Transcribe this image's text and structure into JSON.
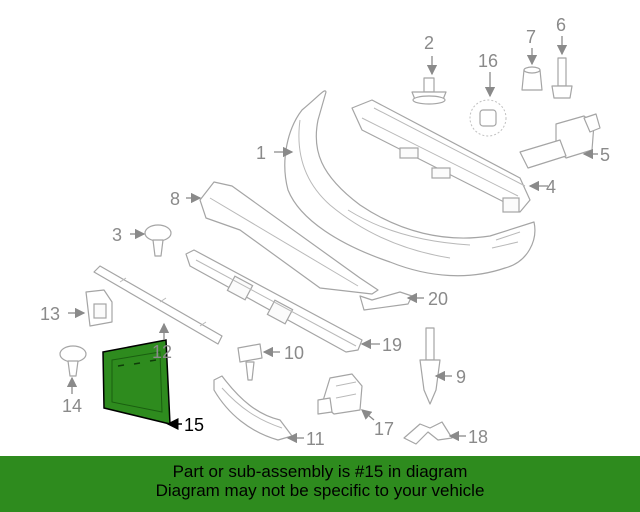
{
  "callouts": {
    "c1": "1",
    "c2": "2",
    "c3": "3",
    "c4": "4",
    "c5": "5",
    "c6": "6",
    "c7": "7",
    "c8": "8",
    "c9": "9",
    "c10": "10",
    "c11": "11",
    "c12": "12",
    "c13": "13",
    "c14": "14",
    "c15": "15",
    "c16": "16",
    "c17": "17",
    "c18": "18",
    "c19": "19",
    "c20": "20"
  },
  "highlighted_part": "15",
  "colors": {
    "highlight": "#2e8b1e",
    "part_lines": "#a5a5a5",
    "callout_text": "#8a8a8a"
  },
  "banner": {
    "line1": "Part or sub-assembly is #15 in diagram",
    "line2": "Diagram may not be specific to your vehicle"
  }
}
